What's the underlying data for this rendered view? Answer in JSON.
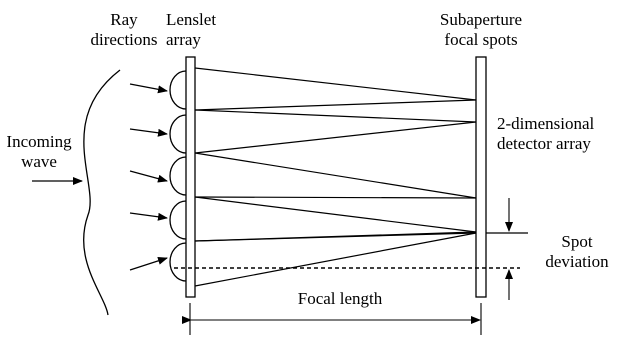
{
  "labels": {
    "ray_directions": [
      "Ray",
      "directions"
    ],
    "lenslet_array": [
      "Lenslet",
      "array"
    ],
    "subaperture_focal_spots": [
      "Subaperture",
      "focal spots"
    ],
    "incoming_wave": [
      "Incoming",
      "wave"
    ],
    "detector_array": [
      "2-dimensional",
      "detector array"
    ],
    "spot_deviation": [
      "Spot",
      "deviation"
    ],
    "focal_length": "Focal length"
  },
  "lenslet_count": 5,
  "colors": {
    "stroke": "#000000",
    "text": "#000000",
    "background": "#ffffff"
  }
}
